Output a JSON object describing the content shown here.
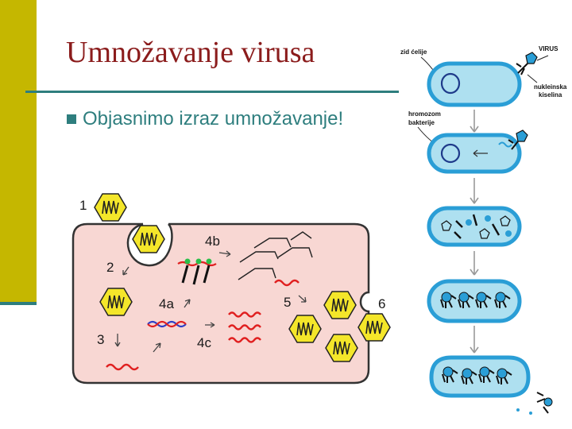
{
  "slide": {
    "title": "Umnožavanje virusa",
    "bullet": "Objasnimo izraz umnožavanje!"
  },
  "left_diagram": {
    "step_labels": [
      "1",
      "2",
      "3",
      "4a",
      "4b",
      "4c",
      "5",
      "6"
    ],
    "colors": {
      "cell_fill": "#f8d7d3",
      "cell_stroke": "#333333",
      "virus_fill": "#f4e62a",
      "nucleic_acid": "#e02020"
    }
  },
  "right_diagram": {
    "labels": {
      "cell_wall": "zid ćelije",
      "virus": "VIRUS",
      "nucleic_acid_line1": "nukleinska",
      "nucleic_acid_line2": "kiselina",
      "chromosome_line1": "hromozom",
      "chromosome_line2": "bakterije"
    },
    "colors": {
      "bacteria_fill": "#aee0f0",
      "bacteria_stroke": "#2a9ed6",
      "chromosome": "#1e3a8a"
    }
  }
}
